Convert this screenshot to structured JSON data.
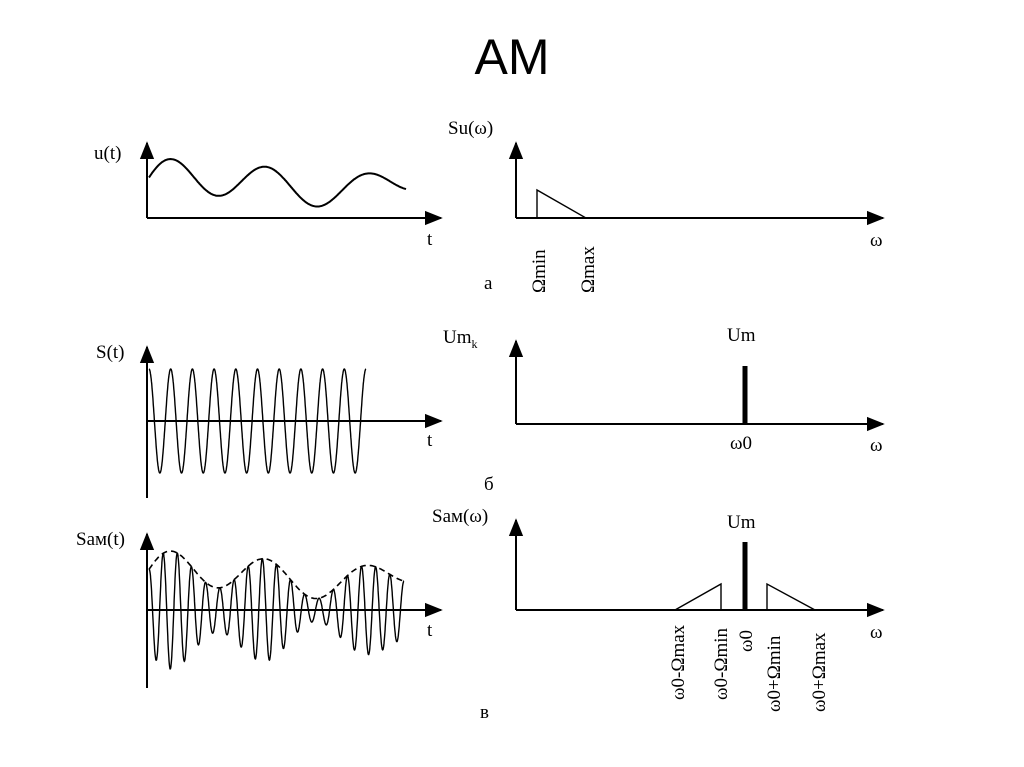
{
  "title": "АМ",
  "panel_a": {
    "time_ylabel": "u(t)",
    "time_xlabel": "t",
    "spec_ylabel": "Su(ω)",
    "spec_xlabel": "ω",
    "tick_min": "Ωmin",
    "tick_max": "Ωmax",
    "letter": "а"
  },
  "panel_b": {
    "time_ylabel": "S(t)",
    "time_xlabel": "t",
    "spec_ylabel": "Um",
    "spec_ylabel_sub": "k",
    "spec_xlabel": "ω",
    "line_label": "Um",
    "tick_w0": "ω0",
    "letter": "б"
  },
  "panel_c": {
    "time_ylabel": "Sам(t)",
    "time_xlabel": "t",
    "spec_ylabel": "Sам(ω)",
    "spec_xlabel": "ω",
    "line_label": "Um",
    "ticks": [
      "ω0-Ωmax",
      "ω0-Ωmin",
      "ω0",
      "ω0+Ωmin",
      "ω0+Ωmax"
    ],
    "letter": "в"
  }
}
